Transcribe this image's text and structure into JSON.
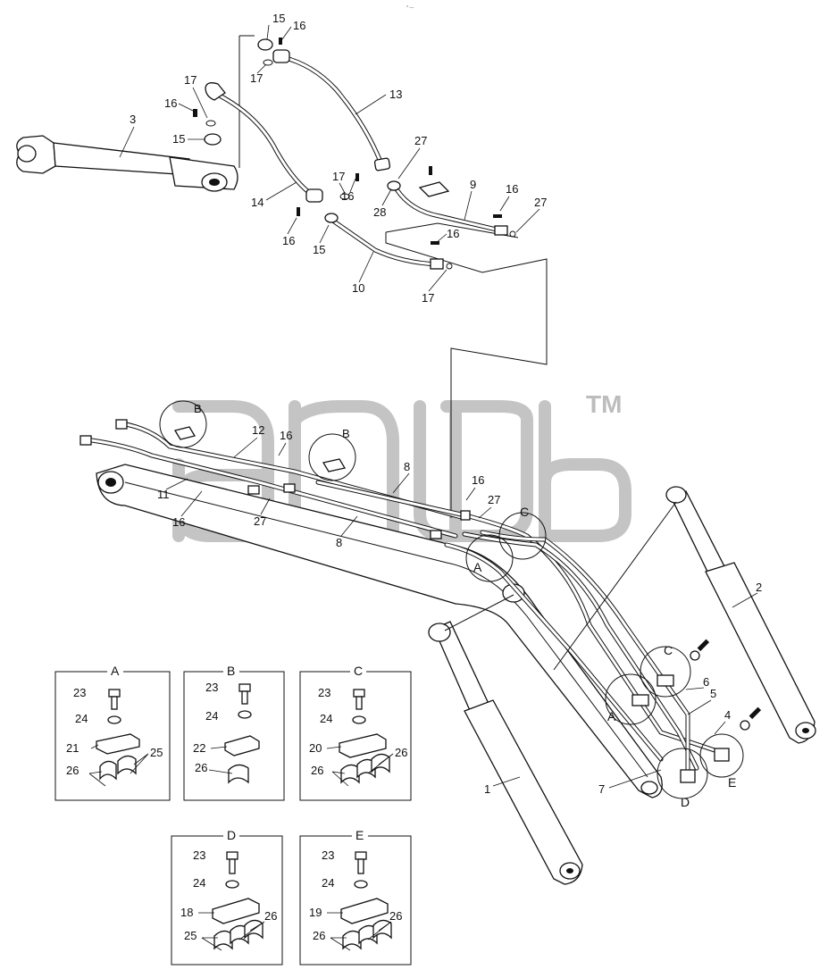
{
  "header_mark": "* —",
  "watermark": {
    "trademark": "TM"
  },
  "part_labels": [
    {
      "id": "p15a",
      "text": "15"
    },
    {
      "id": "p16a",
      "text": "16"
    },
    {
      "id": "p17a",
      "text": "17"
    },
    {
      "id": "p13",
      "text": "13"
    },
    {
      "id": "p17b",
      "text": "17"
    },
    {
      "id": "p16b",
      "text": "16"
    },
    {
      "id": "p3",
      "text": "3"
    },
    {
      "id": "p15b",
      "text": "15"
    },
    {
      "id": "p27a",
      "text": "27"
    },
    {
      "id": "p17c",
      "text": "17"
    },
    {
      "id": "p16c",
      "text": "16"
    },
    {
      "id": "p9",
      "text": "9"
    },
    {
      "id": "p16d",
      "text": "16"
    },
    {
      "id": "p27b",
      "text": "27"
    },
    {
      "id": "p14",
      "text": "14"
    },
    {
      "id": "p28",
      "text": "28"
    },
    {
      "id": "p16e",
      "text": "16"
    },
    {
      "id": "p15c",
      "text": "15"
    },
    {
      "id": "p16f",
      "text": "16"
    },
    {
      "id": "p10",
      "text": "10"
    },
    {
      "id": "p17d",
      "text": "17"
    },
    {
      "id": "pB1",
      "text": "B"
    },
    {
      "id": "p12",
      "text": "12"
    },
    {
      "id": "p16g",
      "text": "16"
    },
    {
      "id": "pB2",
      "text": "B"
    },
    {
      "id": "p8a",
      "text": "8"
    },
    {
      "id": "p11",
      "text": "11"
    },
    {
      "id": "p16h",
      "text": "16"
    },
    {
      "id": "p27c",
      "text": "27"
    },
    {
      "id": "p8b",
      "text": "8"
    },
    {
      "id": "p16i",
      "text": "16"
    },
    {
      "id": "p27d",
      "text": "27"
    },
    {
      "id": "pC1",
      "text": "C"
    },
    {
      "id": "pA1",
      "text": "A"
    },
    {
      "id": "p2",
      "text": "2"
    },
    {
      "id": "pC2",
      "text": "C"
    },
    {
      "id": "p6",
      "text": "6"
    },
    {
      "id": "p5",
      "text": "5"
    },
    {
      "id": "pA2",
      "text": "A"
    },
    {
      "id": "p4",
      "text": "4"
    },
    {
      "id": "p7",
      "text": "7"
    },
    {
      "id": "pE",
      "text": "E"
    },
    {
      "id": "pD",
      "text": "D"
    },
    {
      "id": "p1",
      "text": "1"
    }
  ],
  "detail_boxes": [
    {
      "title": "A",
      "bolt": "23",
      "washer": "24",
      "clamp": "21",
      "pad_left": "26",
      "pad_right": "25"
    },
    {
      "title": "B",
      "bolt": "23",
      "washer": "24",
      "clamp": "22",
      "pad_left": "26",
      "pad_right": ""
    },
    {
      "title": "C",
      "bolt": "23",
      "washer": "24",
      "clamp": "20",
      "pad_left": "26",
      "pad_right": "26"
    },
    {
      "title": "D",
      "bolt": "23",
      "washer": "24",
      "clamp": "18",
      "pad_left": "25",
      "pad_right": "26"
    },
    {
      "title": "E",
      "bolt": "23",
      "washer": "24",
      "clamp": "19",
      "pad_left": "26",
      "pad_right": "26"
    }
  ],
  "colors": {
    "ink": "#111111",
    "watermark": "#c4c4c4",
    "background": "#ffffff"
  }
}
